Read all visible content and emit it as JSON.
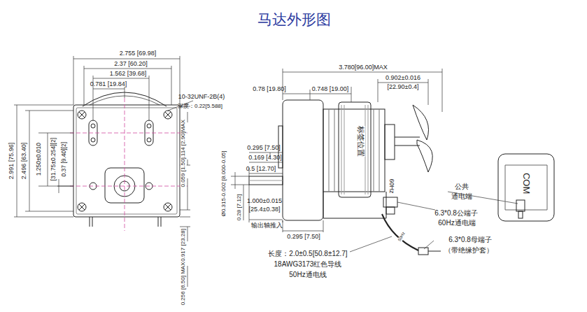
{
  "diagram": {
    "title": "马达外形图",
    "labels": [
      "2.755 [69.98]",
      "2.37 [60.20]",
      "1.562 [39.68]",
      "0.781 [19.84]",
      "10-32UNF-2B(4)",
      "深度：0.22[5.588]",
      "0.114 [2.90]MAX",
      "2.991 [75.96]",
      "2.496 [63.40]",
      "1.250±0.010",
      "[31.75±0.254][2]",
      "0.37 [9.40][2]",
      "0.059 [1.50]",
      "0.917 [23.28]",
      "0.256 [6.50] MAX",
      "3.780[96.00]MAX",
      "0.902±0.016",
      "[22.90±0.4]",
      "0.78 [19.80]",
      "0.748 [19.00]",
      "0.295 [7.50]",
      "0.169 [4.30]",
      "0.5 [12.70]",
      "Ø0.315-0.002 [8.000-0.05]",
      "0.28 [7.12]",
      "1.000±0.015",
      "[25.4±0.38]",
      "输出轴推入",
      "0.295 [7.50]",
      "标签位置",
      "60Hz",
      "COM",
      "6.3*0.8公端子",
      "60Hz通电端",
      "公共",
      "通电端",
      "6.3*0.8母端子",
      "（带绝缘护套）",
      "长度：2.0±0.5[50.8±12.7]",
      "18AWG3173红色导线",
      "50Hz通电线",
      "50Hz"
    ]
  }
}
